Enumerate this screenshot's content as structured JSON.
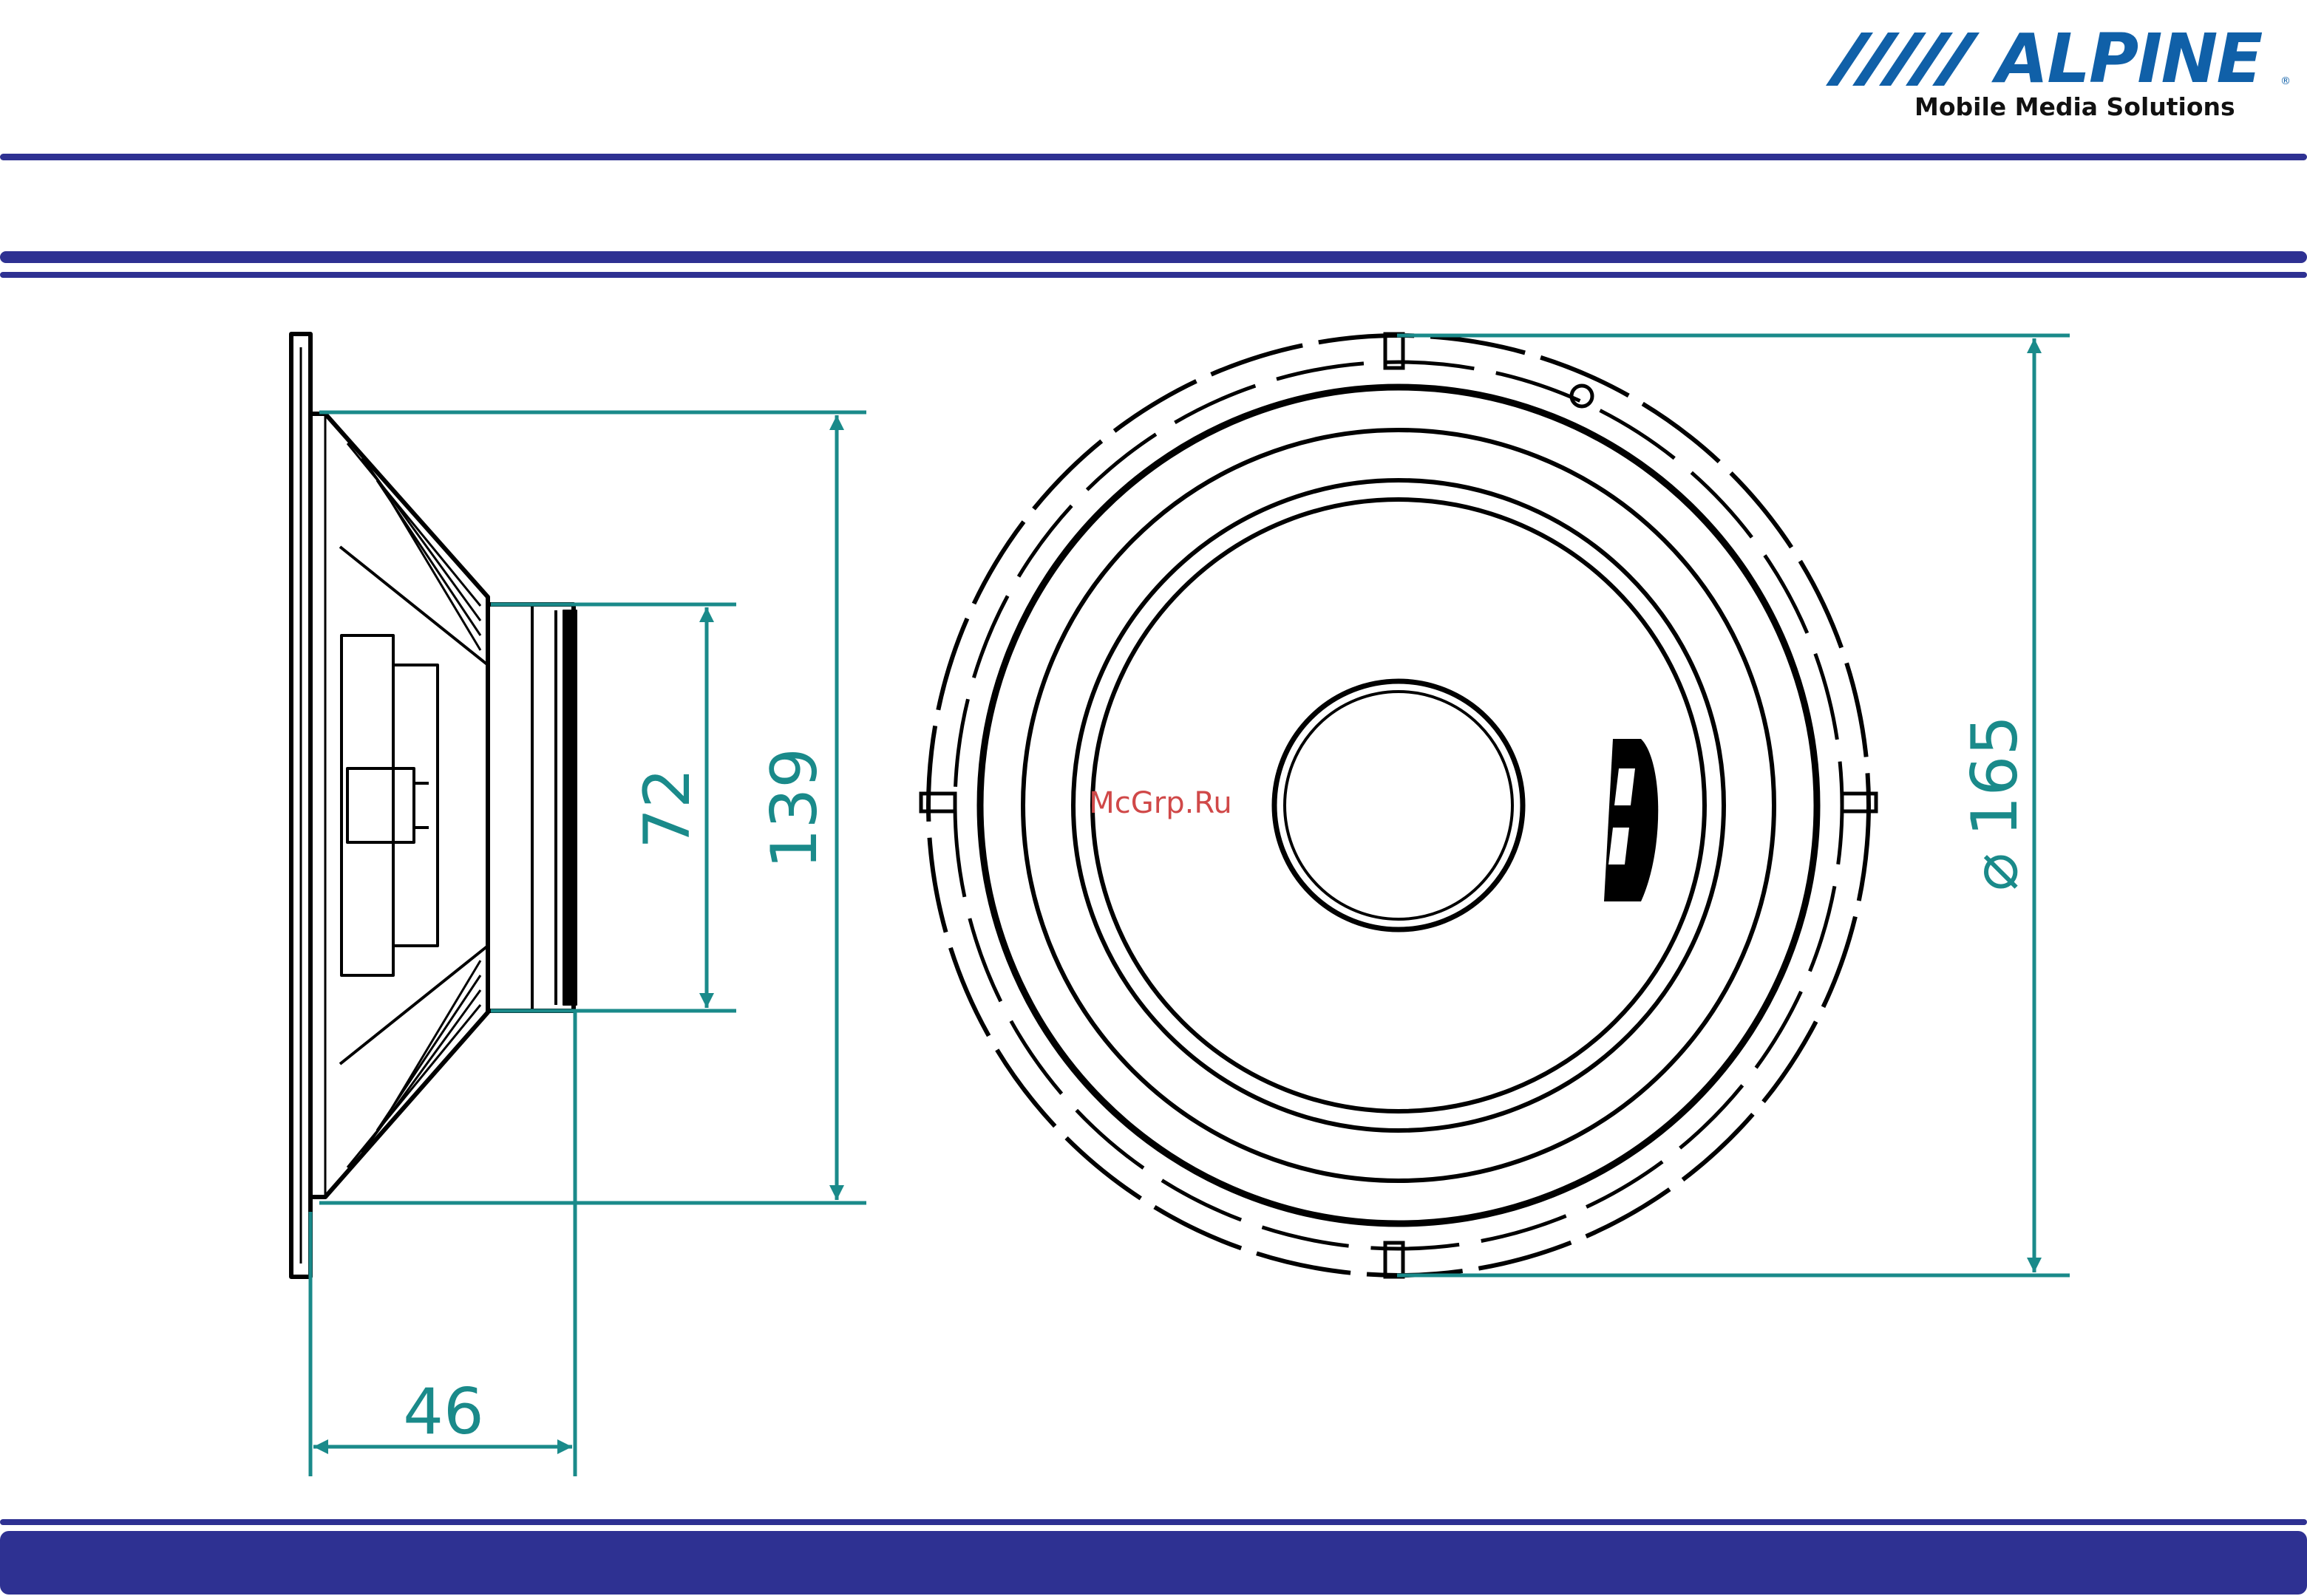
{
  "logo": {
    "brand": "ALPINE",
    "tagline": "Mobile Media Solutions",
    "registered": "®"
  },
  "colors": {
    "rule_blue": "#2e3192",
    "logo_blue": "#1060a8",
    "dimension_teal": "#1a8a8a",
    "watermark_red": "#d04848",
    "line_black": "#000000"
  },
  "drawing": {
    "dimensions": {
      "height_magnet": "72",
      "height_frame": "139",
      "depth": "46",
      "diameter": "165"
    },
    "watermark": "McGrp.Ru"
  }
}
